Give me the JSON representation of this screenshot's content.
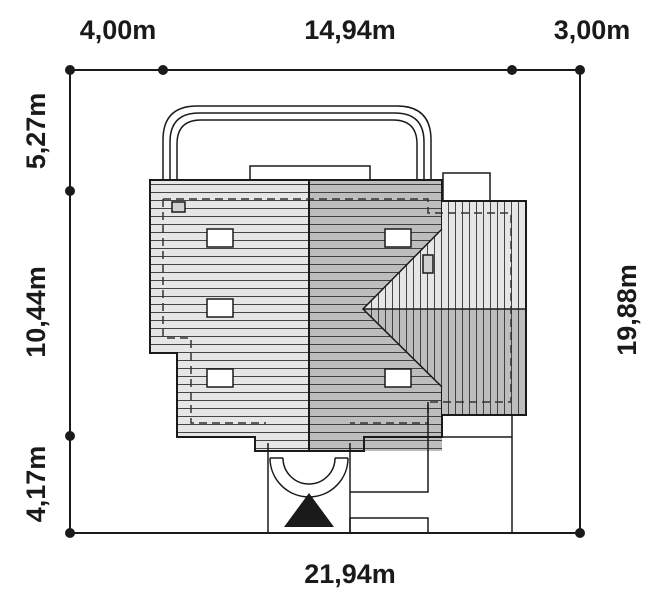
{
  "dimensions": {
    "top_left": "4,00m",
    "top_middle": "14,94m",
    "top_right": "3,00m",
    "left_top": "5,27m",
    "left_middle": "10,44m",
    "left_bottom": "4,17m",
    "right_total": "19,88m",
    "bottom_total": "21,94m"
  },
  "colors": {
    "roof_light": "#e6e6e6",
    "roof_dark": "#bdbdbd",
    "line": "#1a1a1a"
  },
  "icons": [
    "entrance-triangle-icon"
  ]
}
